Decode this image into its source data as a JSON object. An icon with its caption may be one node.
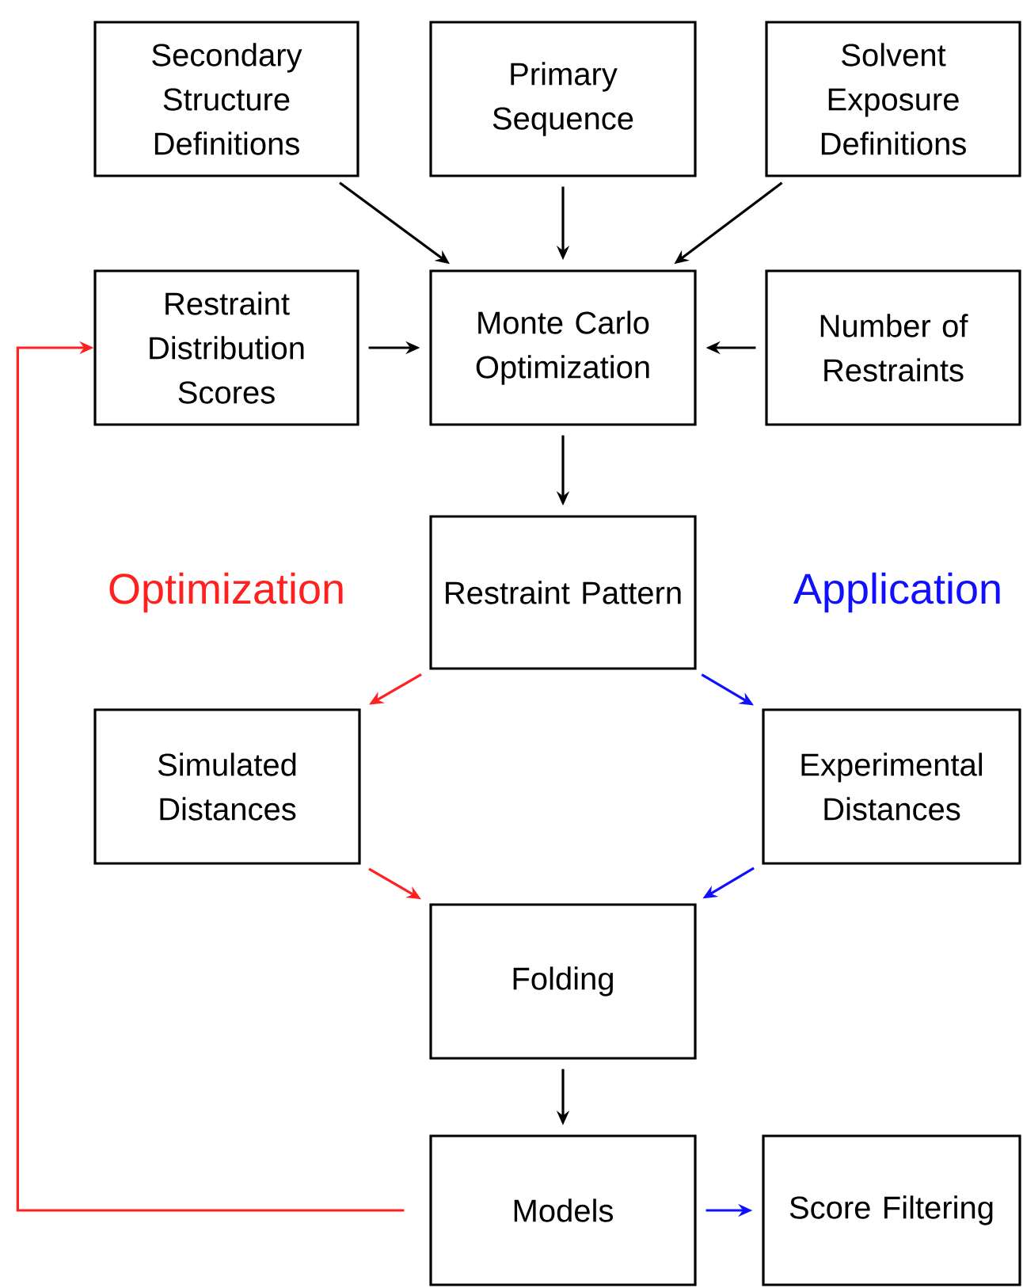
{
  "diagram": {
    "nodes": [
      {
        "text": [
          "Secondary Structure Definitions"
        ]
      },
      {
        "text": [
          "Primary Sequence"
        ]
      },
      {
        "text": [
          "Solvent Exposure Definitions"
        ]
      },
      {
        "text": [
          "Restraint Distribution Scores"
        ]
      },
      {
        "text": [
          "Monte Carlo Optimization"
        ]
      },
      {
        "text": [
          "Number of Restraints"
        ]
      },
      {
        "text": [
          "Restraint Pattern"
        ]
      },
      {
        "text": [
          "Simulated Distances"
        ]
      },
      {
        "text": [
          "Experimental Distances"
        ]
      },
      {
        "text": [
          "Folding"
        ]
      },
      {
        "text": [
          "Models"
        ]
      },
      {
        "text": [
          "Score Filtering"
        ]
      }
    ],
    "edges": [
      {
        "from": 0,
        "to": 4,
        "arrow": "to"
      },
      {
        "from": 1,
        "to": 4,
        "arrow": "to"
      },
      {
        "from": 2,
        "to": 4,
        "arrow": "to"
      },
      {
        "from": 3,
        "to": 4,
        "arrow": "to"
      },
      {
        "from": 5,
        "to": 4,
        "arrow": "to"
      },
      {
        "from": 4,
        "to": 6,
        "arrow": "to"
      },
      {
        "from": 6,
        "to": 7,
        "arrow": "to",
        "color": "#ff2020"
      },
      {
        "from": 6,
        "to": 8,
        "arrow": "to",
        "color": "#1010ff"
      },
      {
        "from": 7,
        "to": 9,
        "arrow": "to",
        "color": "#ff2020"
      },
      {
        "from": 8,
        "to": 9,
        "arrow": "to",
        "color": "#1010ff"
      },
      {
        "from": 9,
        "to": 10,
        "arrow": "to"
      },
      {
        "from": 10,
        "to": 3,
        "arrow": "to",
        "color": "#ff2020"
      },
      {
        "from": 10,
        "to": 11,
        "arrow": "to",
        "color": "#1010ff"
      }
    ],
    "labels": [
      "Optimization",
      "Application"
    ]
  }
}
